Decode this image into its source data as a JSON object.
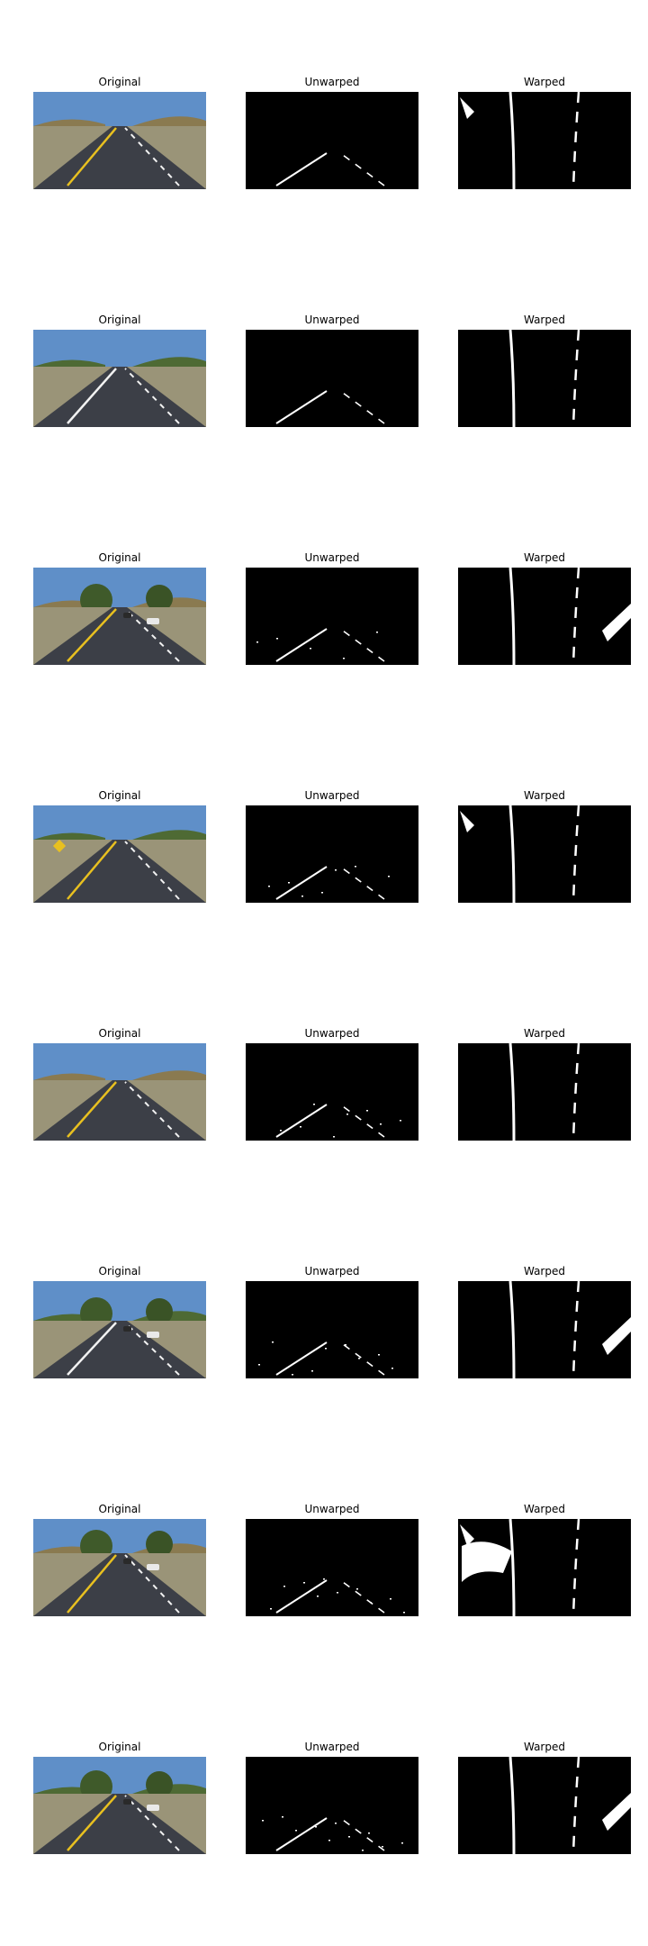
{
  "figure": {
    "columns": [
      {
        "key": "original",
        "title": "Original"
      },
      {
        "key": "unwarped",
        "title": "Unwarped"
      },
      {
        "key": "warped",
        "title": "Warped"
      }
    ],
    "rows": [
      {
        "scene": "highway-yellow-left-hills"
      },
      {
        "scene": "highway-white-lanes-trees"
      },
      {
        "scene": "road-shadows-trees-cars"
      },
      {
        "scene": "highway-yellow-sign-curve"
      },
      {
        "scene": "highway-yellow-bright-pavement"
      },
      {
        "scene": "road-shadows-trees-cars-2"
      },
      {
        "scene": "road-heavy-shadows-trees"
      },
      {
        "scene": "road-trees-cars-yellow"
      }
    ],
    "colors": {
      "sky": "#5f8fc8",
      "road": "#3c3f47",
      "yellow_line": "#e8c020",
      "mask_bg": "#000000",
      "mask_fg": "#ffffff"
    }
  }
}
